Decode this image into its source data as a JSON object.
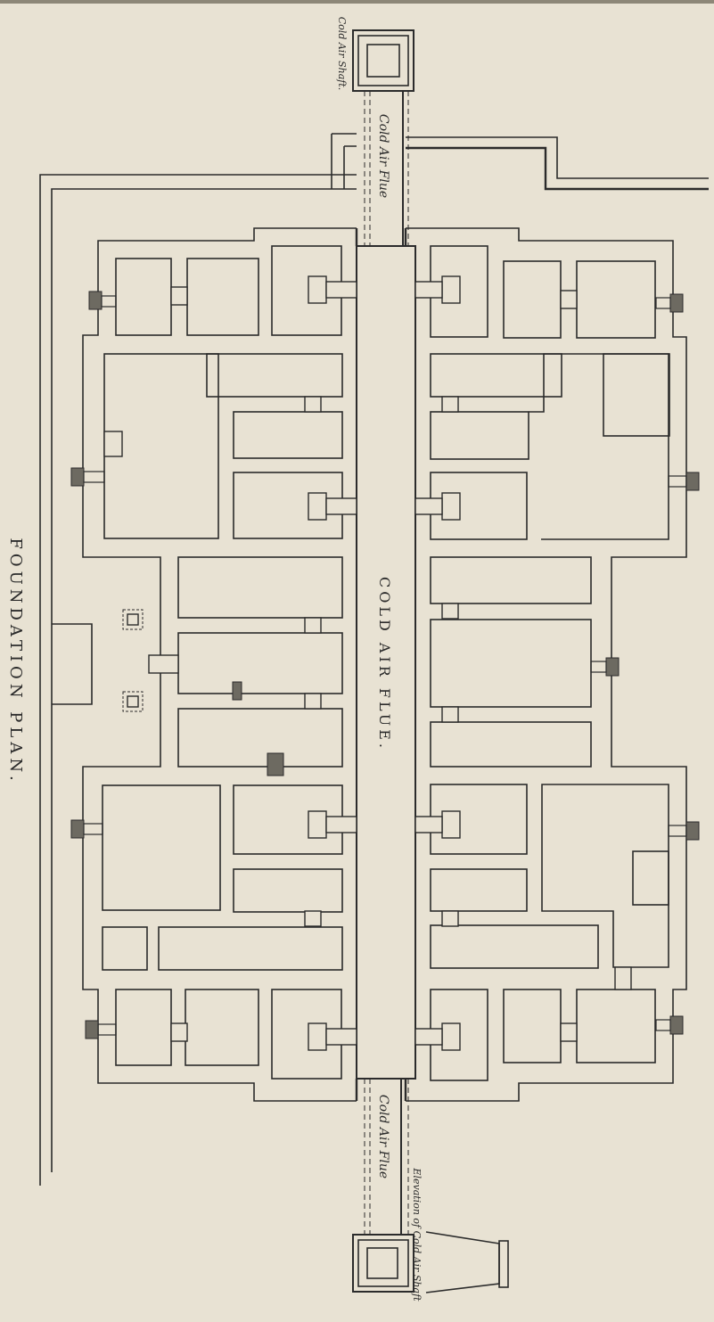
{
  "title": "FOUNDATION PLAN.",
  "labels": {
    "cold_air_shaft_top": "Cold Air Shaft.",
    "cold_air_flue_top": "Cold Air Flue",
    "central_flue": "COLD AIR FLUE.",
    "cold_air_flue_bottom": "Cold Air Flue",
    "elevation": "Elevation of Cold Air Shaft"
  },
  "colors": {
    "paper": "#e8e2d3",
    "ink": "#2b2b2b"
  }
}
